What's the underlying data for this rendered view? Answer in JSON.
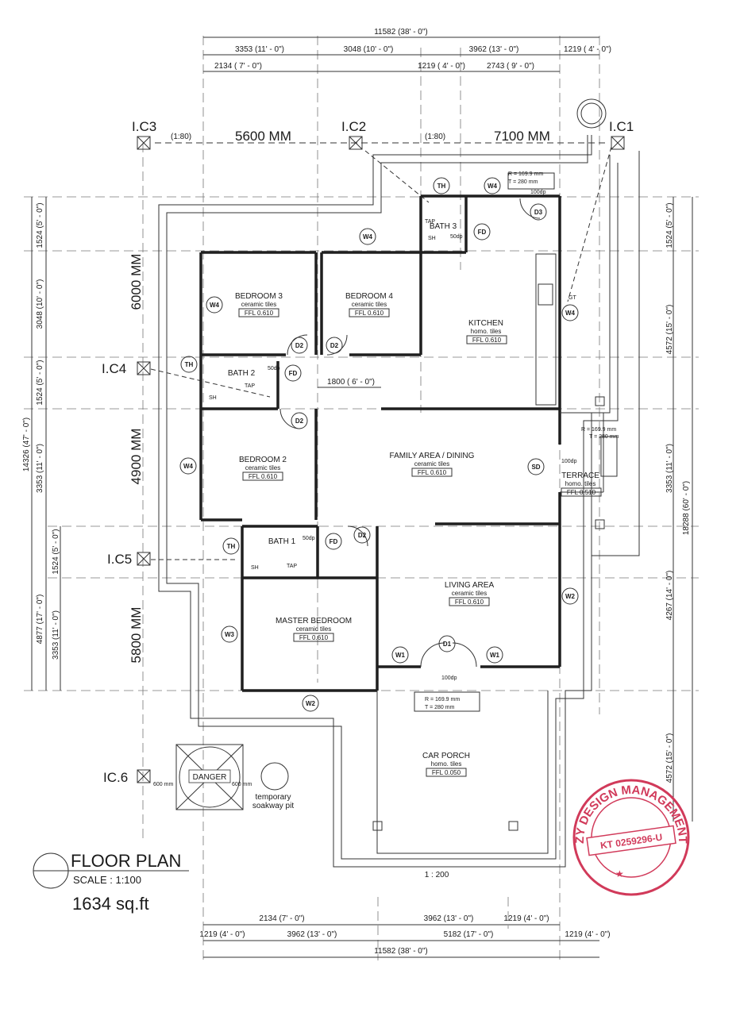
{
  "title": {
    "main": "FLOOR PLAN",
    "scale": "SCALE : 1:100",
    "area": "1634 sq.ft"
  },
  "top_dims": {
    "overall": "11582 (38' - 0\")",
    "row2": [
      "3353 (11' - 0\")",
      "3048 (10' - 0\")",
      "3962 (13' - 0\")",
      "1219 ( 4' - 0\")"
    ],
    "row3": [
      "2134 ( 7' - 0\")",
      "1219 ( 4' - 0\")",
      "2743 ( 9' - 0\")"
    ]
  },
  "bottom_dims": {
    "row1": [
      "2134 (7' - 0\")",
      "3962 (13' - 0\")",
      "1219 (4' - 0\")"
    ],
    "row2": [
      "1219 (4' - 0\")",
      "3962 (13' - 0\")",
      "5182 (17' - 0\")",
      "1219 (4' - 0\")"
    ],
    "overall": "11582 (38' - 0\")"
  },
  "left_dims": {
    "outer": "14326 (47' - 0\")",
    "inner": [
      "1524 (5' - 0\")",
      "3048 (10' - 0\")",
      "1524 (5' - 0\")",
      "3353 (11' - 0\")"
    ],
    "lower": [
      "4877 (17' - 0\")",
      "1524 (5' - 0\")",
      "3353 (11' - 0\")"
    ]
  },
  "right_dims": {
    "outer": "18288 (60' - 0\")",
    "inner": [
      "1524 (5' - 0\")",
      "4572 (15' - 0\")",
      "3353 (11' - 0\")",
      "4267 (14' - 0\")",
      "4572 (15' - 0\")"
    ]
  },
  "drainage": {
    "ic": [
      "I.C1",
      "I.C2",
      "I.C3",
      "I.C4",
      "I.C5",
      "IC.6"
    ],
    "horizontal": [
      "5600 MM",
      "7100 MM"
    ],
    "vertical": [
      "6000 MM",
      "4900 MM",
      "5800 MM"
    ],
    "ratio": "(1:80)",
    "ratio_bottom": "1 : 200"
  },
  "rooms": [
    {
      "name": "BEDROOM 3",
      "material": "ceramic tiles",
      "ffl": "FFL 0.610"
    },
    {
      "name": "BEDROOM 4",
      "material": "ceramic tiles",
      "ffl": "FFL 0.610"
    },
    {
      "name": "KITCHEN",
      "material": "homo. tiles",
      "ffl": "FFL 0.610"
    },
    {
      "name": "BEDROOM 2",
      "material": "ceramic tiles",
      "ffl": "FFL 0.610"
    },
    {
      "name": "FAMILY AREA / DINING",
      "material": "ceramic tiles",
      "ffl": "FFL 0.610"
    },
    {
      "name": "TERRACE",
      "material": "homo. tiles",
      "ffl": "FFL 0.510"
    },
    {
      "name": "LIVING AREA",
      "material": "ceramic tiles",
      "ffl": "FFL 0.610"
    },
    {
      "name": "MASTER BEDROOM",
      "material": "ceramic tiles",
      "ffl": "FFL 0.610"
    },
    {
      "name": "CAR PORCH",
      "material": "homo. tiles",
      "ffl": "FFL 0.050"
    }
  ],
  "baths": [
    "BATH 3",
    "BATH 2",
    "BATH 1"
  ],
  "tags": {
    "th": "TH",
    "fd": "FD",
    "d1": "D1",
    "d2": "D2",
    "d3": "D3",
    "sd": "SD",
    "w1": "W1",
    "w2": "W2",
    "w3": "W3",
    "w4": "W4",
    "gt": "GT",
    "sh": "SH",
    "tap": "TAP",
    "fifty": "50dp",
    "hundred": "100dp"
  },
  "stairs": {
    "r": "R = 169.9 mm",
    "t": "T = 280 mm",
    "r2": "R = 169.9 mm",
    "t2": "T = 280 mm"
  },
  "corridor_dim": "1800 ( 6' - 0\")",
  "septic": {
    "danger": "DANGER",
    "mm_left": "600 mm",
    "mm_right": "600 mm",
    "soakaway": [
      "temporary",
      "soakway pit"
    ]
  },
  "stamp": {
    "arc": "ZY DESIGN MANAGEMENT",
    "reg": "KT 0259296-U"
  },
  "colors": {
    "line": "#1f1f1f",
    "stamp": "#d13a5a"
  }
}
